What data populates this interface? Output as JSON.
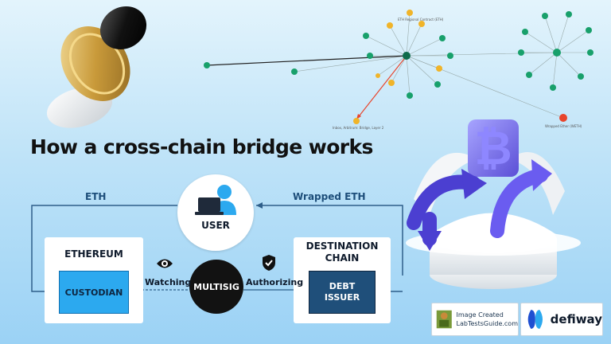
{
  "title": "How a cross-chain bridge works",
  "diagram": {
    "left_flow_label": "ETH",
    "right_flow_label": "Wrapped ETH",
    "user_label": "USER",
    "ethereum_title": "ETHEREUM",
    "custodian_label": "CUSTODIAN",
    "destination_title_line1": "DESTINATION",
    "destination_title_line2": "CHAIN",
    "debt_issuer_line1": "DEBT",
    "debt_issuer_line2": "ISSUER",
    "multisig_label": "MULTISIG",
    "watching_label": "Watching",
    "authorizing_label": "Authorizing"
  },
  "graph": {
    "top_label": "ETH Regional Contract (ETH)",
    "bottom_left_label": "Inbox, Arbitrum: Bridge, Layer 2",
    "bottom_right_label": "Wrapped Ether (WETH)"
  },
  "badges": {
    "credit_line1": "Image Created",
    "credit_line2": "LabTestsGuide.com",
    "brand": "defiway"
  },
  "colors": {
    "custodian_fill": "#2ca9ef",
    "debt_issuer_fill": "#1f4f7a",
    "multisig_fill": "#121212",
    "line_color": "#2f5f8a",
    "node_teal": "#18a06b",
    "node_gold": "#f0b429",
    "arrow_red": "#e8452c"
  }
}
